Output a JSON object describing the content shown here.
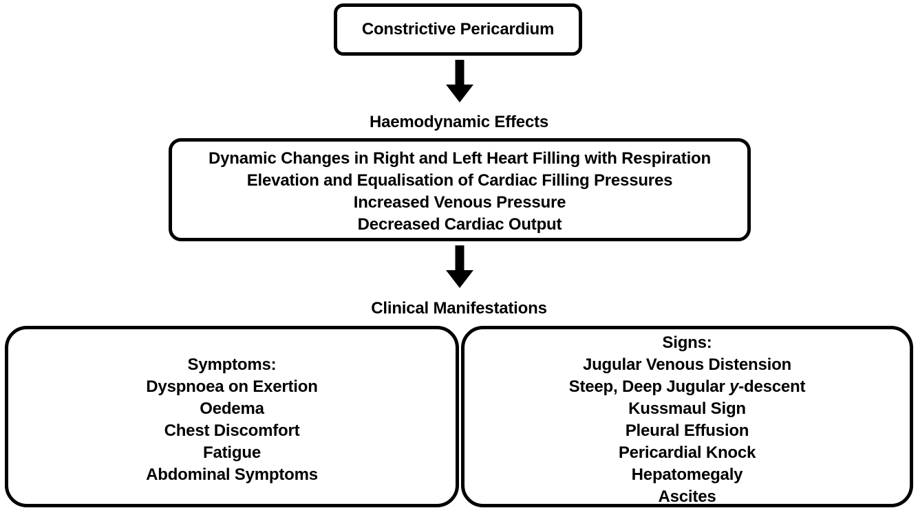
{
  "diagram": {
    "title": "Constrictive Pericardium Pathophysiology Flowchart",
    "background_color": "#ffffff",
    "stroke_color": "#000000",
    "text_color": "#000000"
  },
  "top_node": {
    "label": "Constrictive Pericardium"
  },
  "haemodynamic": {
    "caption": "Haemodynamic Effects",
    "lines": [
      "Dynamic Changes in Right and Left Heart Filling with Respiration",
      "Elevation and Equalisation of Cardiac Filling Pressures",
      "Increased Venous Pressure",
      "Decreased Cardiac Output"
    ]
  },
  "clinical": {
    "caption": "Clinical Manifestations",
    "symptoms": {
      "heading": "Symptoms:",
      "items": [
        "Dyspnoea on Exertion",
        "Oedema",
        "Chest Discomfort",
        "Fatigue",
        "Abdominal Symptoms"
      ]
    },
    "signs": {
      "heading": "Signs:",
      "items": [
        "Jugular Venous Distension",
        "Steep, Deep Jugular y-descent",
        "Kussmaul Sign",
        "Pleural Effusion",
        "Pericardial Knock",
        "Hepatomegaly",
        "Ascites"
      ],
      "y_descent_prefix": "Steep, Deep Jugular ",
      "y_descent_italic": "y",
      "y_descent_suffix": "-descent"
    }
  },
  "arrows": {
    "top_arrow_name": "down-arrow",
    "bottom_arrow_name": "down-arrow"
  }
}
